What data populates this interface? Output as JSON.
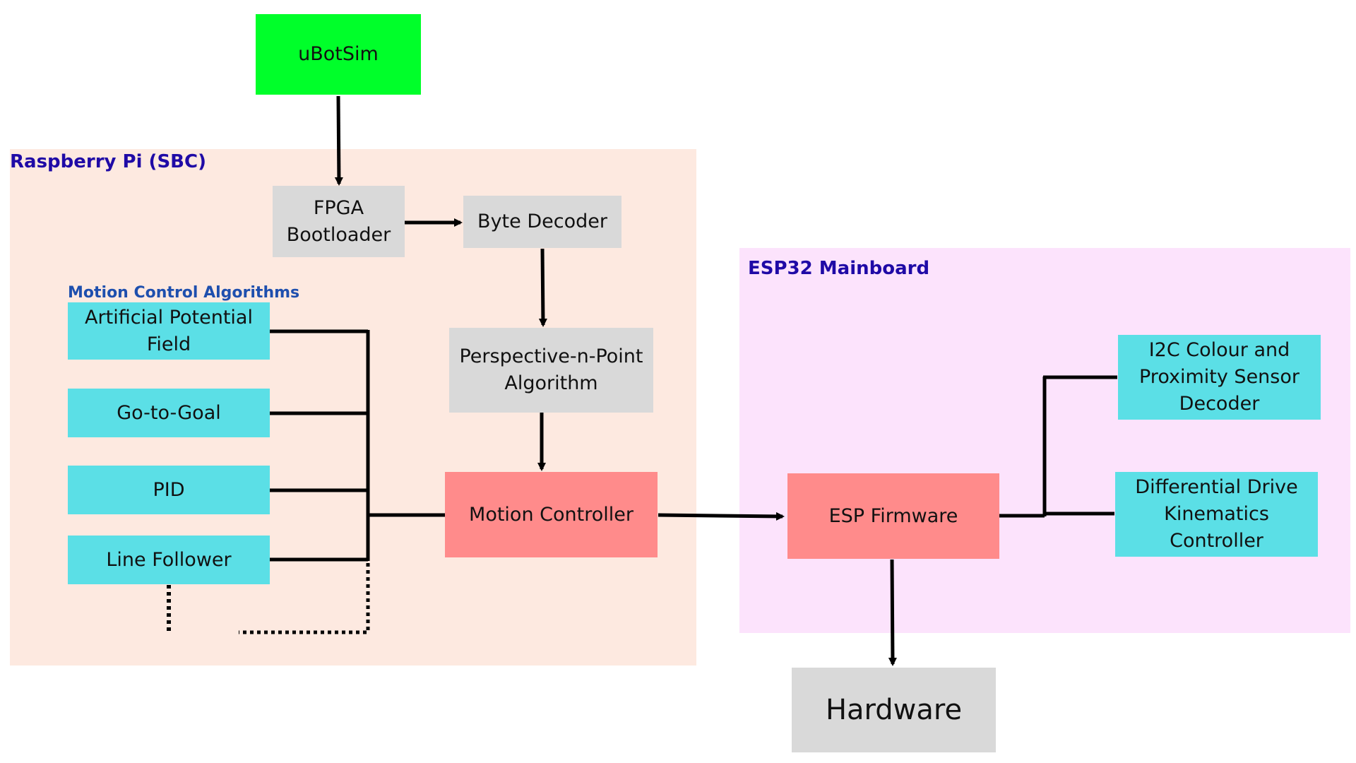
{
  "colors": {
    "rpi_region": "#fde9e0",
    "esp_region": "#fce3fc",
    "region_title": "#1f0aa6",
    "group_title": "#1e4fae",
    "source": "#00ff2a",
    "process": "#d9d9d9",
    "algorithm": "#5bdfe6",
    "controller": "#ff8b8b",
    "connector": "#000000"
  },
  "regions": {
    "rpi": "Raspberry Pi (SBC)",
    "esp": "ESP32 Mainboard"
  },
  "groups": {
    "motion_algorithms": "Motion Control Algorithms"
  },
  "nodes": {
    "ubotsim": "uBotSim",
    "fpga": "FPGA\nBootloader",
    "byte_decoder": "Byte Decoder",
    "pnp": "Perspective-n-Point\nAlgorithm",
    "motion_controller": "Motion Controller",
    "apf": "Artificial Potential\nField",
    "go_to_goal": "Go-to-Goal",
    "pid": "PID",
    "line_follower": "Line Follower",
    "esp_firmware": "ESP Firmware",
    "i2c_sensor": "I2C Colour and\nProximity Sensor\nDecoder",
    "diff_drive": "Differential Drive\nKinematics\nController",
    "hardware": "Hardware"
  },
  "edges": [
    {
      "from": "uBotSim",
      "to": "FPGA Bootloader",
      "style": "arrow"
    },
    {
      "from": "FPGA Bootloader",
      "to": "Byte Decoder",
      "style": "arrow"
    },
    {
      "from": "Byte Decoder",
      "to": "Perspective-n-Point Algorithm",
      "style": "arrow"
    },
    {
      "from": "Perspective-n-Point Algorithm",
      "to": "Motion Controller",
      "style": "arrow"
    },
    {
      "from": "Artificial Potential Field",
      "to": "Motion Controller",
      "style": "line"
    },
    {
      "from": "Go-to-Goal",
      "to": "Motion Controller",
      "style": "line"
    },
    {
      "from": "PID",
      "to": "Motion Controller",
      "style": "line"
    },
    {
      "from": "Line Follower",
      "to": "Motion Controller",
      "style": "line"
    },
    {
      "from": "Motion Controller",
      "to": "ESP Firmware",
      "style": "arrow"
    },
    {
      "from": "ESP Firmware",
      "to": "I2C Colour and Proximity Sensor Decoder",
      "style": "line"
    },
    {
      "from": "ESP Firmware",
      "to": "Differential Drive Kinematics Controller",
      "style": "line"
    },
    {
      "from": "ESP Firmware",
      "to": "Hardware",
      "style": "arrow"
    }
  ]
}
